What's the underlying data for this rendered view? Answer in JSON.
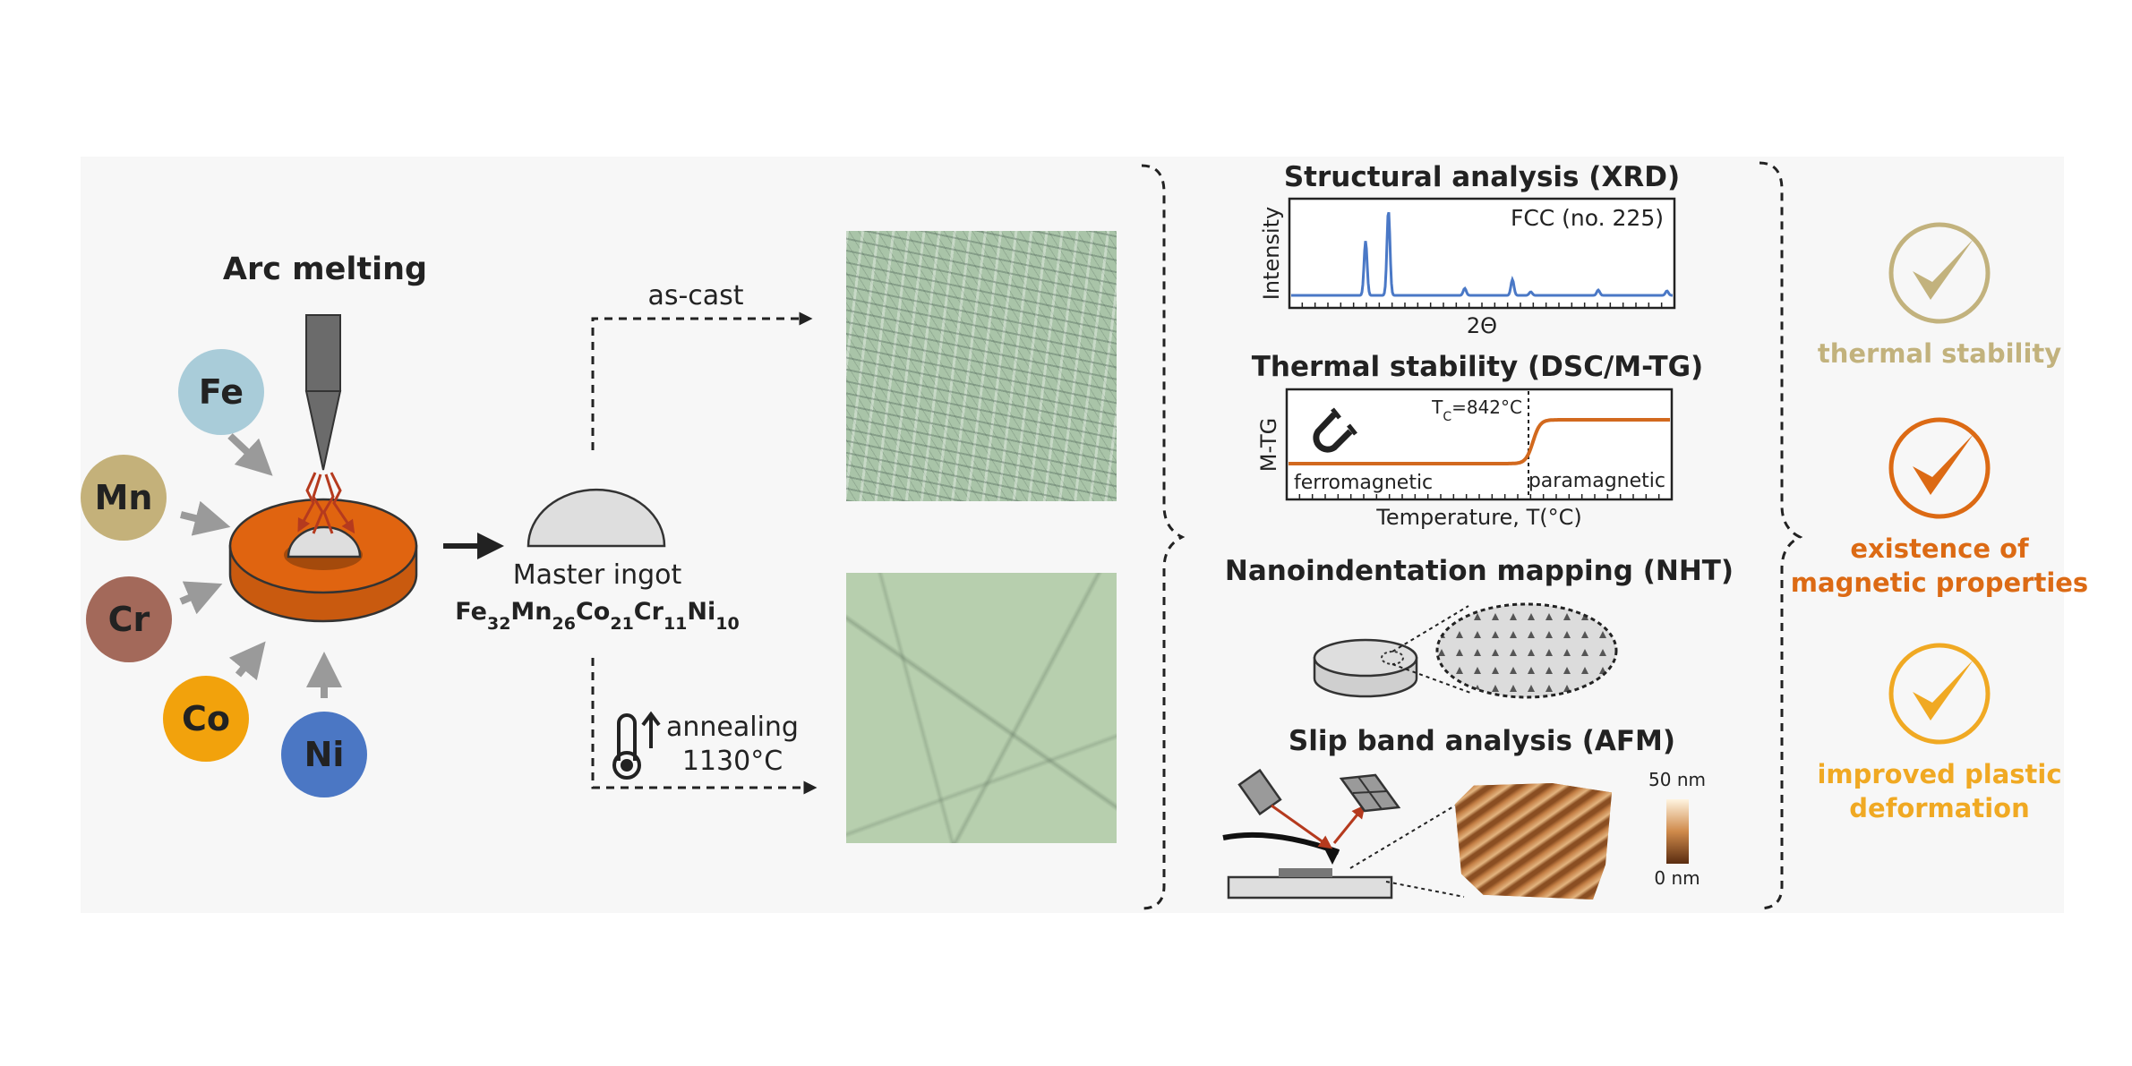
{
  "synthesis": {
    "title": "Arc melting",
    "elements": [
      {
        "symbol": "Fe",
        "color": "#a9ccd9"
      },
      {
        "symbol": "Mn",
        "color": "#c4b17a"
      },
      {
        "symbol": "Cr",
        "color": "#a3695a"
      },
      {
        "symbol": "Co",
        "color": "#f2a20c"
      },
      {
        "symbol": "Ni",
        "color": "#4b77c4"
      }
    ],
    "crucible_color": "#e06410"
  },
  "ingot": {
    "label": "Master ingot",
    "formula": [
      {
        "el": "Fe",
        "sub": "32"
      },
      {
        "el": "Mn",
        "sub": "26"
      },
      {
        "el": "Co",
        "sub": "21"
      },
      {
        "el": "Cr",
        "sub": "11"
      },
      {
        "el": "Ni",
        "sub": "10"
      }
    ]
  },
  "routes": {
    "ascast_label": "as-cast",
    "anneal_label": "annealing",
    "anneal_temp": "1130°C"
  },
  "analysis": {
    "xrd": {
      "title": "Structural analysis (XRD)",
      "ylabel": "Intensity",
      "xlabel": "2Θ",
      "phase": "FCC (no. 225)",
      "line_color": "#4a78c6"
    },
    "thermal": {
      "title": "Thermal stability (DSC/M-TG)",
      "ylabel": "M-TG",
      "xlabel": "Temperature, T(°C)",
      "tc_label": {
        "prefix": "T",
        "sub": "C",
        "suffix": "=842°C"
      },
      "left_region": "ferromagnetic",
      "right_region": "paramagnetic",
      "line_color": "#d2691e"
    },
    "nht": {
      "title": "Nanoindentation mapping (NHT)"
    },
    "afm": {
      "title": "Slip band analysis (AFM)",
      "scale_max": "50 nm",
      "scale_min": "0 nm"
    }
  },
  "outcomes": [
    {
      "lines": [
        "thermal stability"
      ],
      "color": "#c2b27d"
    },
    {
      "lines": [
        "existence of",
        "magnetic properties"
      ],
      "color": "#dc6a14"
    },
    {
      "lines": [
        "improved plastic",
        "deformation"
      ],
      "color": "#f0a923"
    }
  ]
}
